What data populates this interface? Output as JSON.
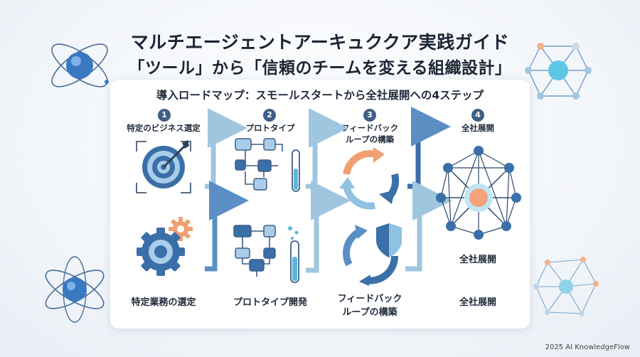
{
  "title": {
    "line1": "マルチエージェントアーキュククア実践ガイド",
    "line2": "「ツール」から「信頼のチームを変える組織設計」"
  },
  "subtitle": "導入ロードマップ：スモールスタートから全社展開への4ステップ",
  "steps": [
    {
      "number": "1",
      "label": "特定のビジネス選定",
      "bottom_label": "特定業務の選定",
      "icon": "target-icon",
      "bottom_icon": "gear-icon"
    },
    {
      "number": "2",
      "label": "プロトタイプ",
      "bottom_label": "プロトタイプ開発",
      "icon": "flowchart-icon",
      "bottom_icon": "flowchart-test-tube-icon"
    },
    {
      "number": "3",
      "label_line1": "フィードバック",
      "label_line2": "ループの構築",
      "bottom_label_line1": "フィードバック",
      "bottom_label_line2": "ループの構築",
      "icon": "cycle-arrows-icon",
      "bottom_icon": "cycle-shield-icon"
    },
    {
      "number": "4",
      "label": "全社展開",
      "middle_label": "全社展開",
      "bottom_label": "全社展開",
      "icon": "network-icon"
    }
  ],
  "colors": {
    "accent_dark": "#3e5f86",
    "accent_blue": "#5b8fc4",
    "accent_light": "#9fc6df",
    "orange": "#f0a070"
  },
  "footer": "2025 AI KnowledgeFlow"
}
